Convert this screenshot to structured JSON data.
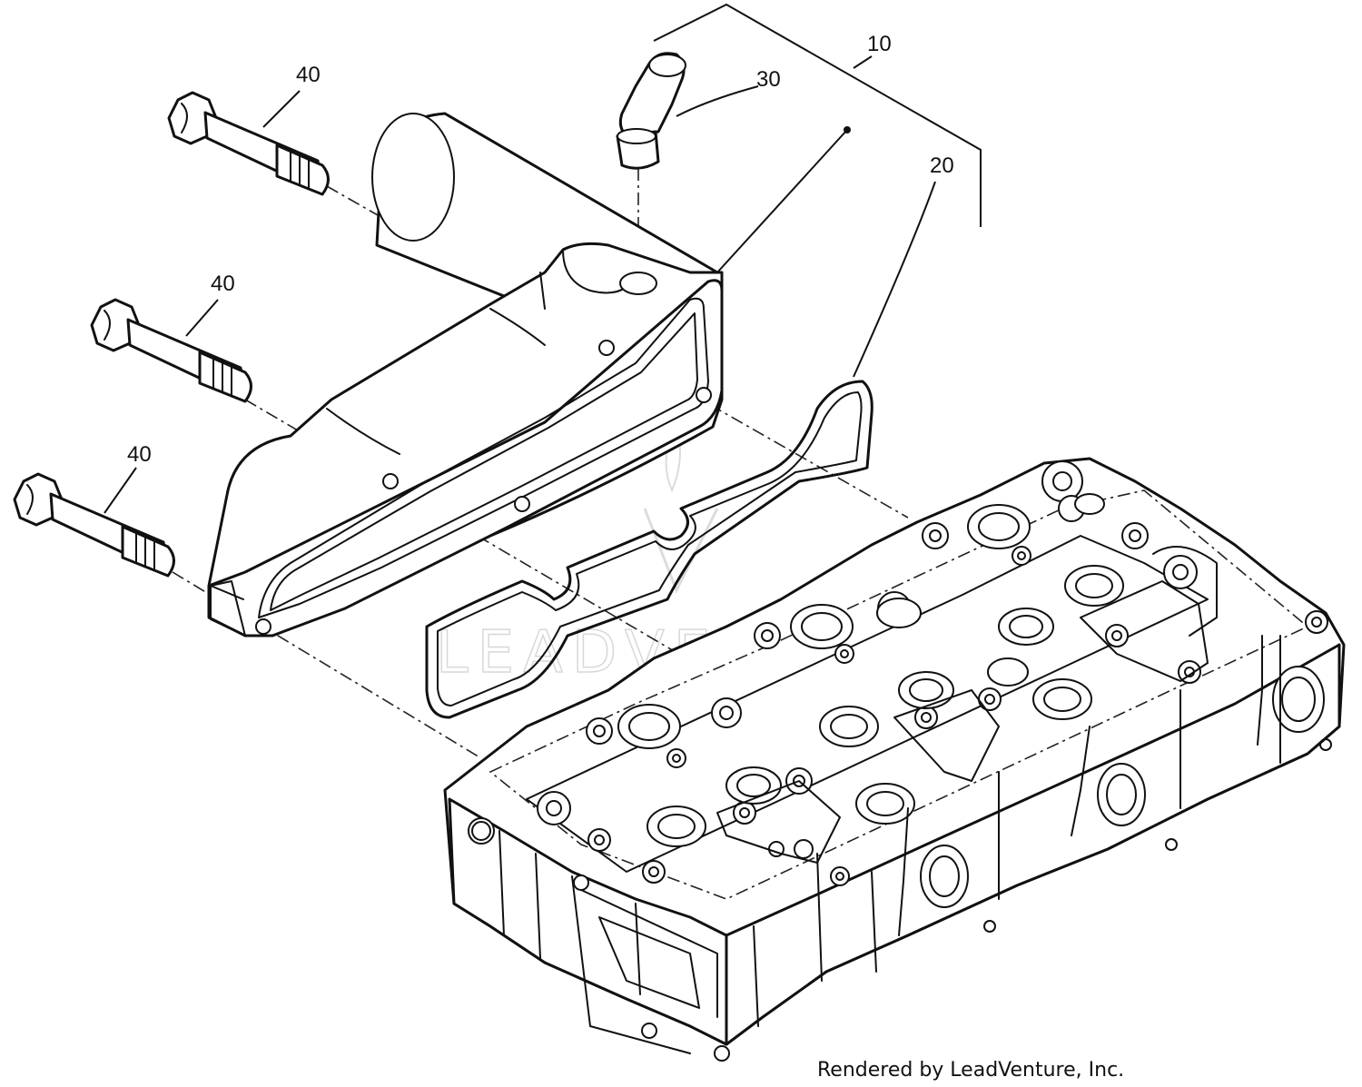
{
  "callouts": {
    "assembly": "10",
    "gasket": "20",
    "elbow_pipe": "30",
    "bolt_top": "40",
    "bolt_middle": "40",
    "bolt_bottom": "40"
  },
  "watermark": "LEADVENTURE",
  "footer": "Rendered by LeadVenture, Inc."
}
